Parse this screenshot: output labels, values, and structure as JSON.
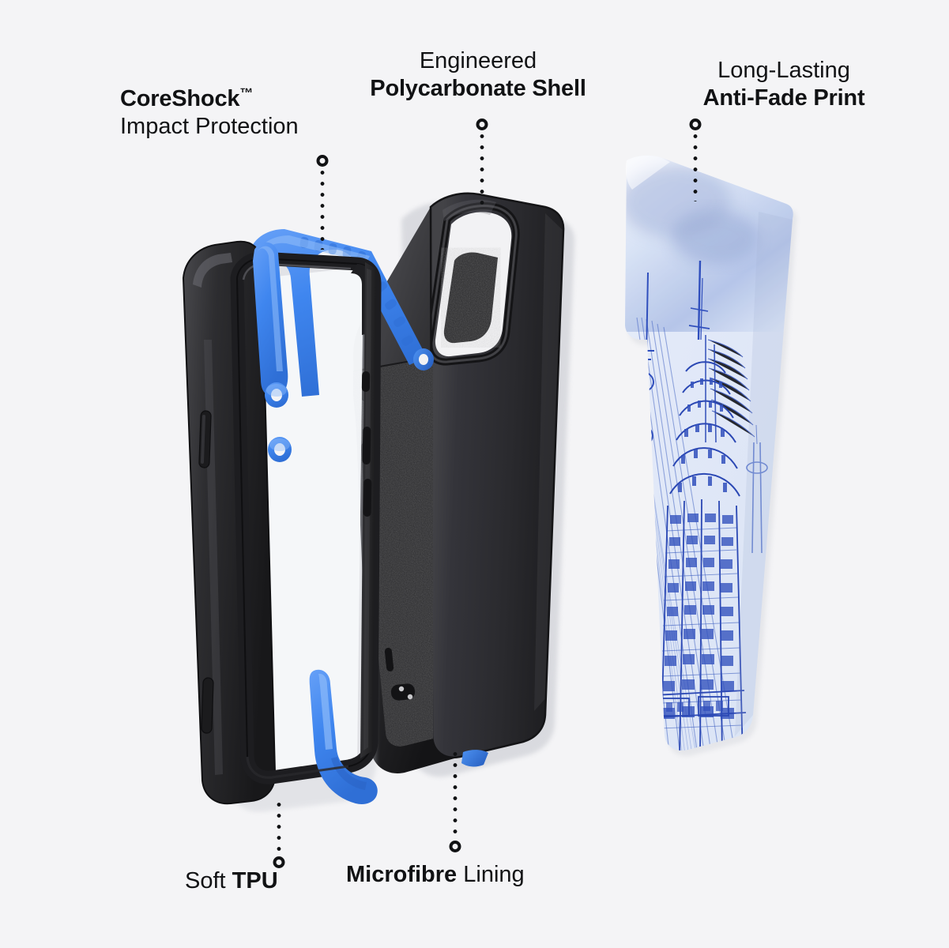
{
  "background_color": "#f4f4f6",
  "accent_blue": "#3f86ef",
  "shell_black": "#2b2b2d",
  "print_blue": "#2f4fbd",
  "text_color": "#111214",
  "callouts": [
    {
      "id": "coreshock",
      "line1": "CoreShock",
      "trademark": "™",
      "line2": "Impact Protection",
      "line1_weight": "bold",
      "line2_weight": "regular",
      "position": "top-left"
    },
    {
      "id": "polycarbonate",
      "line1": "Engineered",
      "line2": "Polycarbonate Shell",
      "line1_weight": "regular",
      "line2_weight": "bold",
      "position": "top-center"
    },
    {
      "id": "antifade",
      "line1": "Long-Lasting",
      "line2": "Anti-Fade Print",
      "line1_weight": "regular",
      "line2_weight": "bold",
      "position": "top-right"
    },
    {
      "id": "tpu",
      "prefix": "Soft ",
      "emphasis": "TPU",
      "suffix": "",
      "position": "bottom-left"
    },
    {
      "id": "microfibre",
      "prefix": "",
      "emphasis": "Microfibre",
      "suffix": " Lining",
      "position": "bottom-center"
    }
  ],
  "layers": [
    {
      "id": "clear-tpu-case",
      "name": "Clear case with black bumper and blue TPU accent"
    },
    {
      "id": "polycarbonate-shell",
      "name": "Black polycarbonate shell with microfibre lining"
    },
    {
      "id": "printed-back-panel",
      "name": "Anti-fade printed back panel, blue architectural sketch"
    }
  ],
  "leaders": [
    {
      "id": "leader-coreshock",
      "marker": "top"
    },
    {
      "id": "leader-polycarbonate",
      "marker": "top"
    },
    {
      "id": "leader-antifade",
      "marker": "top"
    },
    {
      "id": "leader-tpu",
      "marker": "bottom"
    },
    {
      "id": "leader-microfibre",
      "marker": "bottom"
    }
  ]
}
